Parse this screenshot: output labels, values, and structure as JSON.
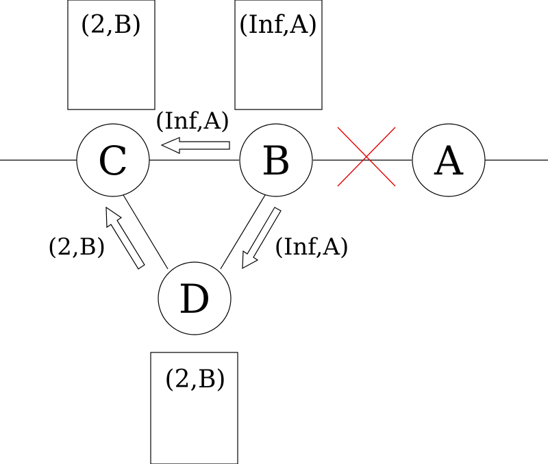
{
  "nodes": {
    "a": "A",
    "b": "B",
    "c": "C",
    "d": "D"
  },
  "tables": {
    "c": "(2,B)",
    "b": "(Inf,A)",
    "d": "(2,B)"
  },
  "messages": {
    "b_to_c": "(Inf,A)",
    "b_to_d": "(Inf,A)",
    "d_to_c": "(2,B)"
  },
  "colors": {
    "line": "#000000",
    "broken_link": "#e00000"
  }
}
